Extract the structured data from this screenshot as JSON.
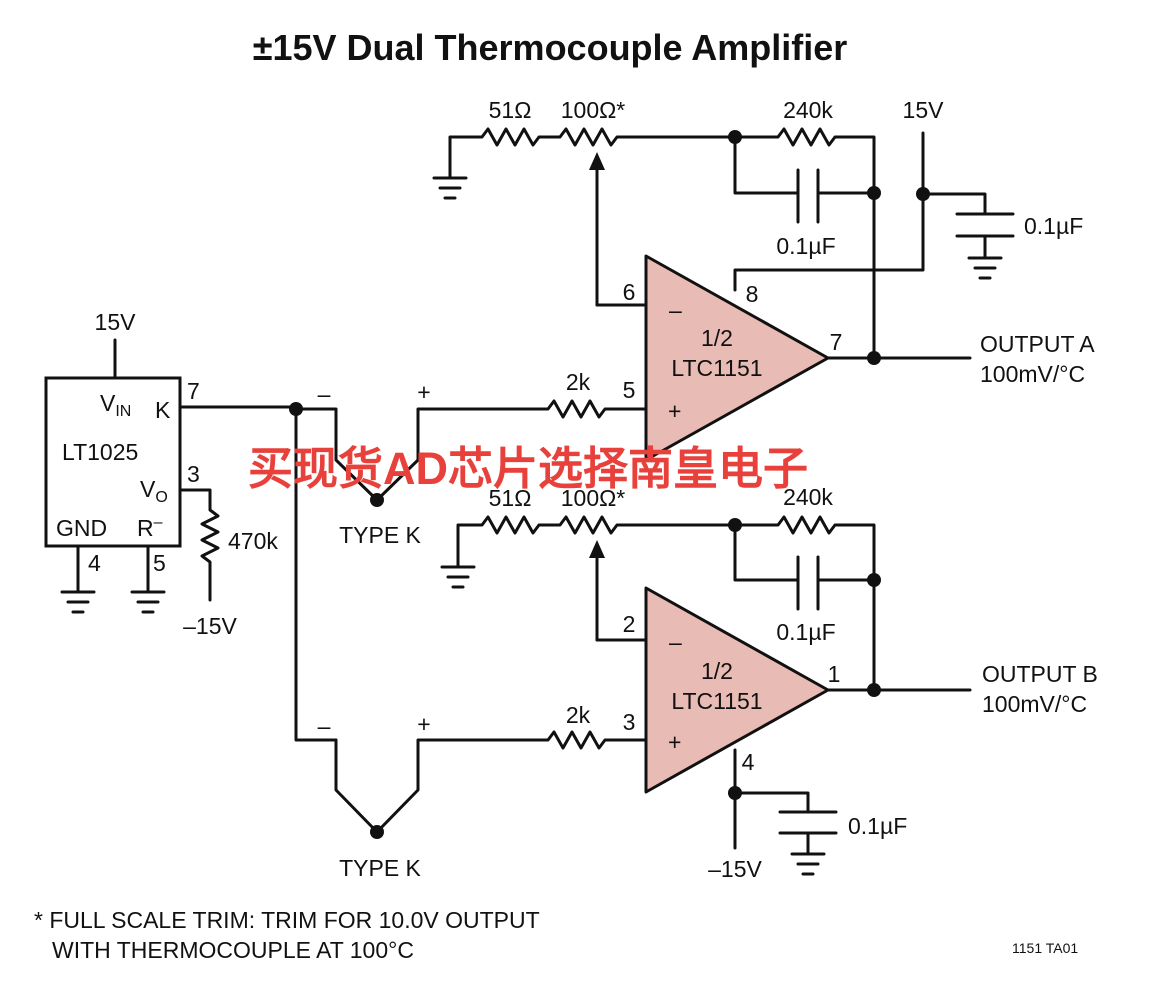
{
  "title": "±15V Dual Thermocouple Amplifier",
  "watermark": "买现货AD芯片选择南皇电子",
  "ref_chip": {
    "name": "LT1025",
    "vin": "V",
    "vin_sub": "IN",
    "k": "K",
    "vo": "V",
    "vo_sub": "O",
    "gnd": "GND",
    "rminus": "R",
    "rminus_sup": "–",
    "pin7": "7",
    "pin3": "3",
    "pin4": "4",
    "pin5": "5",
    "supply": "15V"
  },
  "labels": {
    "r470k": "470k",
    "neg15v_left": "–15V",
    "type_k_top": "TYPE K",
    "type_k_bottom": "TYPE K",
    "minus_sign": "–",
    "plus_sign": "+",
    "r51": "51Ω",
    "r100": "100Ω*",
    "r240k": "240k",
    "r2k": "2k",
    "c01": "0.1µF",
    "supply_15v": "15V",
    "supply_neg15v": "–15V",
    "footnote_line1": "* FULL SCALE TRIM: TRIM FOR 10.0V OUTPUT",
    "footnote_line2": "WITH THERMOCOUPLE AT 100°C",
    "part_code": "1151 TA01"
  },
  "amp_a": {
    "line1": "1/2",
    "line2": "LTC1151",
    "pin_inv": "6",
    "pin_noninv": "5",
    "pin_out": "7",
    "pin_vplus": "8",
    "output_label": "OUTPUT A",
    "output_scale": "100mV/°C"
  },
  "amp_b": {
    "line1": "1/2",
    "line2": "LTC1151",
    "pin_inv": "2",
    "pin_noninv": "3",
    "pin_out": "1",
    "pin_vminus": "4",
    "output_label": "OUTPUT B",
    "output_scale": "100mV/°C"
  },
  "colors": {
    "opamp_fill": "#e8bcb4",
    "watermark": "#e8403a",
    "ink": "#111111"
  }
}
